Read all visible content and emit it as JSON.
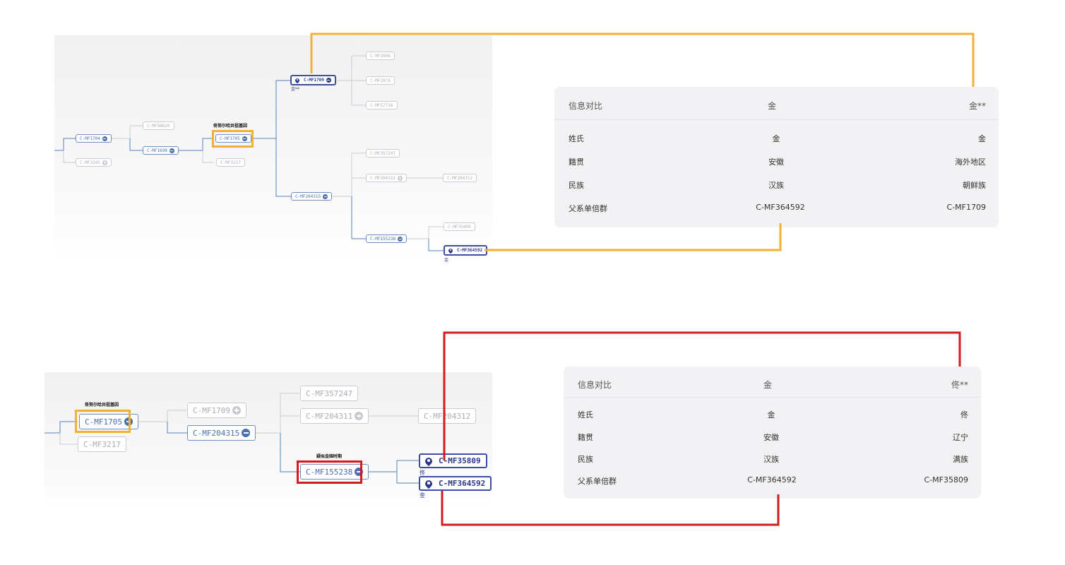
{
  "top": {
    "nodes": {
      "mf1704": "C-MF1704",
      "mf3245": "C-MF3245",
      "mf58620": "C-MF58620",
      "mf1698": "C-MF1698",
      "mf1705": "C-MF1705",
      "mf3217": "C-MF3217",
      "mf1709": "C-MF1709",
      "mf2896": "C-MF2896",
      "mf2876": "C-MF2876",
      "mf57716": "C-MF57716",
      "mf204315": "C-MF204315",
      "mf357247": "C-MF357247",
      "mf204311": "C-MF204311",
      "mf204312": "C-MF204312",
      "mf155238": "C-MF155238",
      "mf35809": "C-MF35809",
      "mf364592": "C-MF364592"
    },
    "annotation_1705": "佟努尔哈共祖基因",
    "sub_1709": "金**",
    "sub_364592": "金",
    "table": {
      "header": [
        "信息对比",
        "金",
        "金**"
      ],
      "rows": [
        [
          "姓氏",
          "金",
          "金"
        ],
        [
          "籍贯",
          "安徽",
          "海外地区"
        ],
        [
          "民族",
          "汉族",
          "朝鲜族"
        ],
        [
          "父系单倍群",
          "C-MF364592",
          "C-MF1709"
        ]
      ]
    }
  },
  "bottom": {
    "nodes": {
      "mf1705": "C-MF1705",
      "mf3217": "C-MF3217",
      "mf1709": "C-MF1709",
      "mf204315": "C-MF204315",
      "mf357247": "C-MF357247",
      "mf204311": "C-MF204311",
      "mf204312": "C-MF204312",
      "mf155238": "C-MF155238",
      "mf35809": "C-MF35809",
      "mf364592": "C-MF364592"
    },
    "annotation_1705": "佟努尔哈共祖基因",
    "annotation_155238": "疑似金国时期",
    "sub_35809": "佟",
    "sub_364592": "金",
    "table": {
      "header": [
        "信息对比",
        "金",
        "佟**"
      ],
      "rows": [
        [
          "姓氏",
          "金",
          "佟"
        ],
        [
          "籍贯",
          "安徽",
          "辽宁"
        ],
        [
          "民族",
          "汉族",
          "满族"
        ],
        [
          "父系单倍群",
          "C-MF364592",
          "C-MF35809"
        ]
      ]
    }
  },
  "colors": {
    "yellow": "#f2b134",
    "red": "#d61b1f",
    "tree_line_active": "#5b7fbf",
    "tree_line_inactive": "#c9ccd2",
    "node_strong": "#2d3a8c"
  }
}
